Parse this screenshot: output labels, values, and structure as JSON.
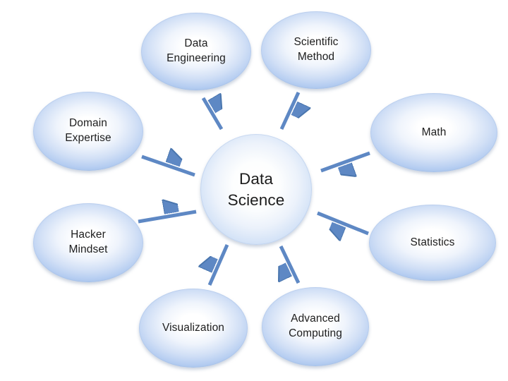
{
  "diagram": {
    "title": "Data Science concept diagram",
    "background_color": "#ffffff",
    "colors": {
      "ellipse_edge": "#a5c2ea",
      "ellipse_highlight": "#ffffff",
      "arrow": "#5e88c4",
      "arrow_outline": "#4a76ae",
      "text": "#1d1d1d"
    },
    "center": {
      "id": "data-science",
      "label": "Data Science"
    },
    "nodes": [
      {
        "id": "data-engineering",
        "label": "Data Engineering"
      },
      {
        "id": "scientific-method",
        "label": "Scientific Method"
      },
      {
        "id": "math",
        "label": "Math"
      },
      {
        "id": "statistics",
        "label": "Statistics"
      },
      {
        "id": "advanced-computing",
        "label": "Advanced Computing"
      },
      {
        "id": "visualization",
        "label": "Visualization"
      },
      {
        "id": "hacker-mindset",
        "label": "Hacker Mindset"
      },
      {
        "id": "domain-expertise",
        "label": "Domain Expertise"
      }
    ],
    "edges": [
      {
        "from": "data-engineering",
        "to": "data-science"
      },
      {
        "from": "scientific-method",
        "to": "data-science"
      },
      {
        "from": "math",
        "to": "data-science"
      },
      {
        "from": "statistics",
        "to": "data-science"
      },
      {
        "from": "advanced-computing",
        "to": "data-science"
      },
      {
        "from": "visualization",
        "to": "data-science"
      },
      {
        "from": "hacker-mindset",
        "to": "data-science"
      },
      {
        "from": "domain-expertise",
        "to": "data-science"
      }
    ]
  }
}
